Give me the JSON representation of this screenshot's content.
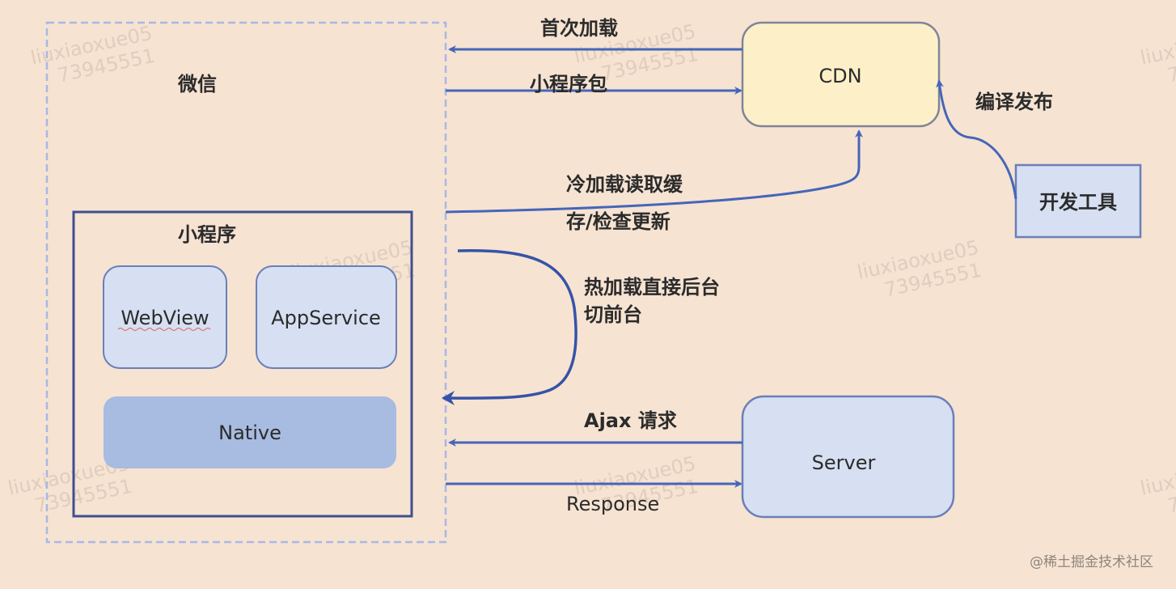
{
  "wechat": {
    "label": "微信"
  },
  "miniprogram": {
    "label": "小程序",
    "webview": "WebView",
    "appservice": "AppService",
    "native": "Native"
  },
  "cdn": {
    "label": "CDN"
  },
  "devtools": {
    "label": "开发工具"
  },
  "server": {
    "label": "Server"
  },
  "edges": {
    "first_load": "首次加载",
    "package": "小程序包",
    "cold_load_line1": "冷加载读取缓",
    "cold_load_line2": "存/检查更新",
    "hot_load_line1": "热加载直接后台",
    "hot_load_line2": "切前台",
    "compile_publish": "编译发布",
    "ajax": "Ajax 请求",
    "response": "Response"
  },
  "watermark": {
    "line1": "liuxiaoxue05",
    "line2": "73945551"
  },
  "credit": "@稀土掘金技术社区",
  "colors": {
    "background": "#f6e3d2",
    "arrow": "#4566b8",
    "cdn_fill": "#fdf0c8",
    "box_fill": "#d6e0f2",
    "native_fill": "#a8bbe0",
    "dashed_border": "#a8b8e6",
    "frame_border": "#3f4f8f"
  }
}
